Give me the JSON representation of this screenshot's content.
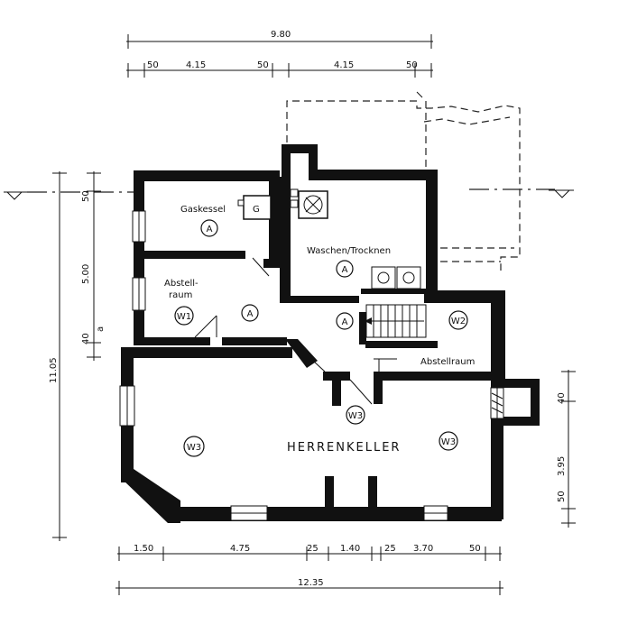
{
  "dimensions": {
    "top_total": "9.80",
    "top_segments": [
      "50",
      "4.15",
      "50",
      "4.15",
      "50"
    ],
    "bottom_total": "12.35",
    "bottom_segments": [
      "1.50",
      "4.75",
      "25",
      "1.40",
      "25",
      "3.70",
      "50"
    ],
    "left_total": "11.05",
    "left_segments": [
      "50",
      "5.00",
      "40",
      "a"
    ],
    "right_segments": [
      "40",
      "3.95",
      "50"
    ]
  },
  "rooms": {
    "gaskessel": "Gaskessel",
    "gaskessel_unit": "G",
    "waschen": "Waschen/Trocknen",
    "abstell_line1": "Abstell-",
    "abstell_line2": "raum",
    "abstellraum": "Abstellraum",
    "herrenkeller": "HERRENKELLER"
  },
  "markers": {
    "a1": "A",
    "a2": "A",
    "a3": "A",
    "a4": "A",
    "w1": "W1",
    "w2": "W2",
    "w3a": "W3",
    "w3b": "W3",
    "w3c": "W3"
  }
}
